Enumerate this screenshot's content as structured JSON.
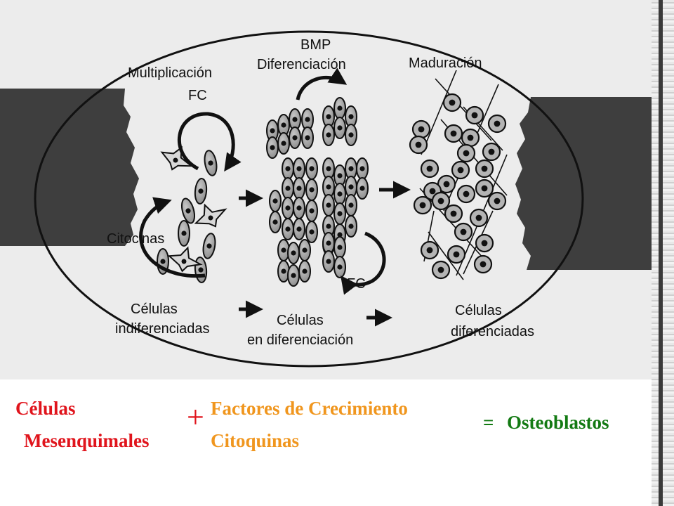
{
  "diagram": {
    "labels": {
      "multiplicacion": "Multiplicación",
      "fc_top": "FC",
      "bmp": "BMP",
      "diferenciacion": "Diferenciación",
      "maduracion": "Maduración",
      "citocinas": "Citocinas",
      "fc_bottom": "FC",
      "celulas_1": "Células",
      "indiferenciadas": "indiferenciadas",
      "celulas_2": "Células",
      "en_diferenciacion": "en diferenciación",
      "celulas_3": "Células",
      "diferenciadas": "diferenciadas"
    }
  },
  "caption": {
    "celulas": "Células",
    "mesenquimales": "Mesenquimales",
    "plus": "+",
    "factores": "Factores de Crecimiento",
    "citoquinas": "Citoquinas",
    "equals": "=",
    "osteoblastos": "Osteoblastos",
    "colors": {
      "red": "#e0141c",
      "orange": "#f0961e",
      "green": "#137a13"
    }
  }
}
